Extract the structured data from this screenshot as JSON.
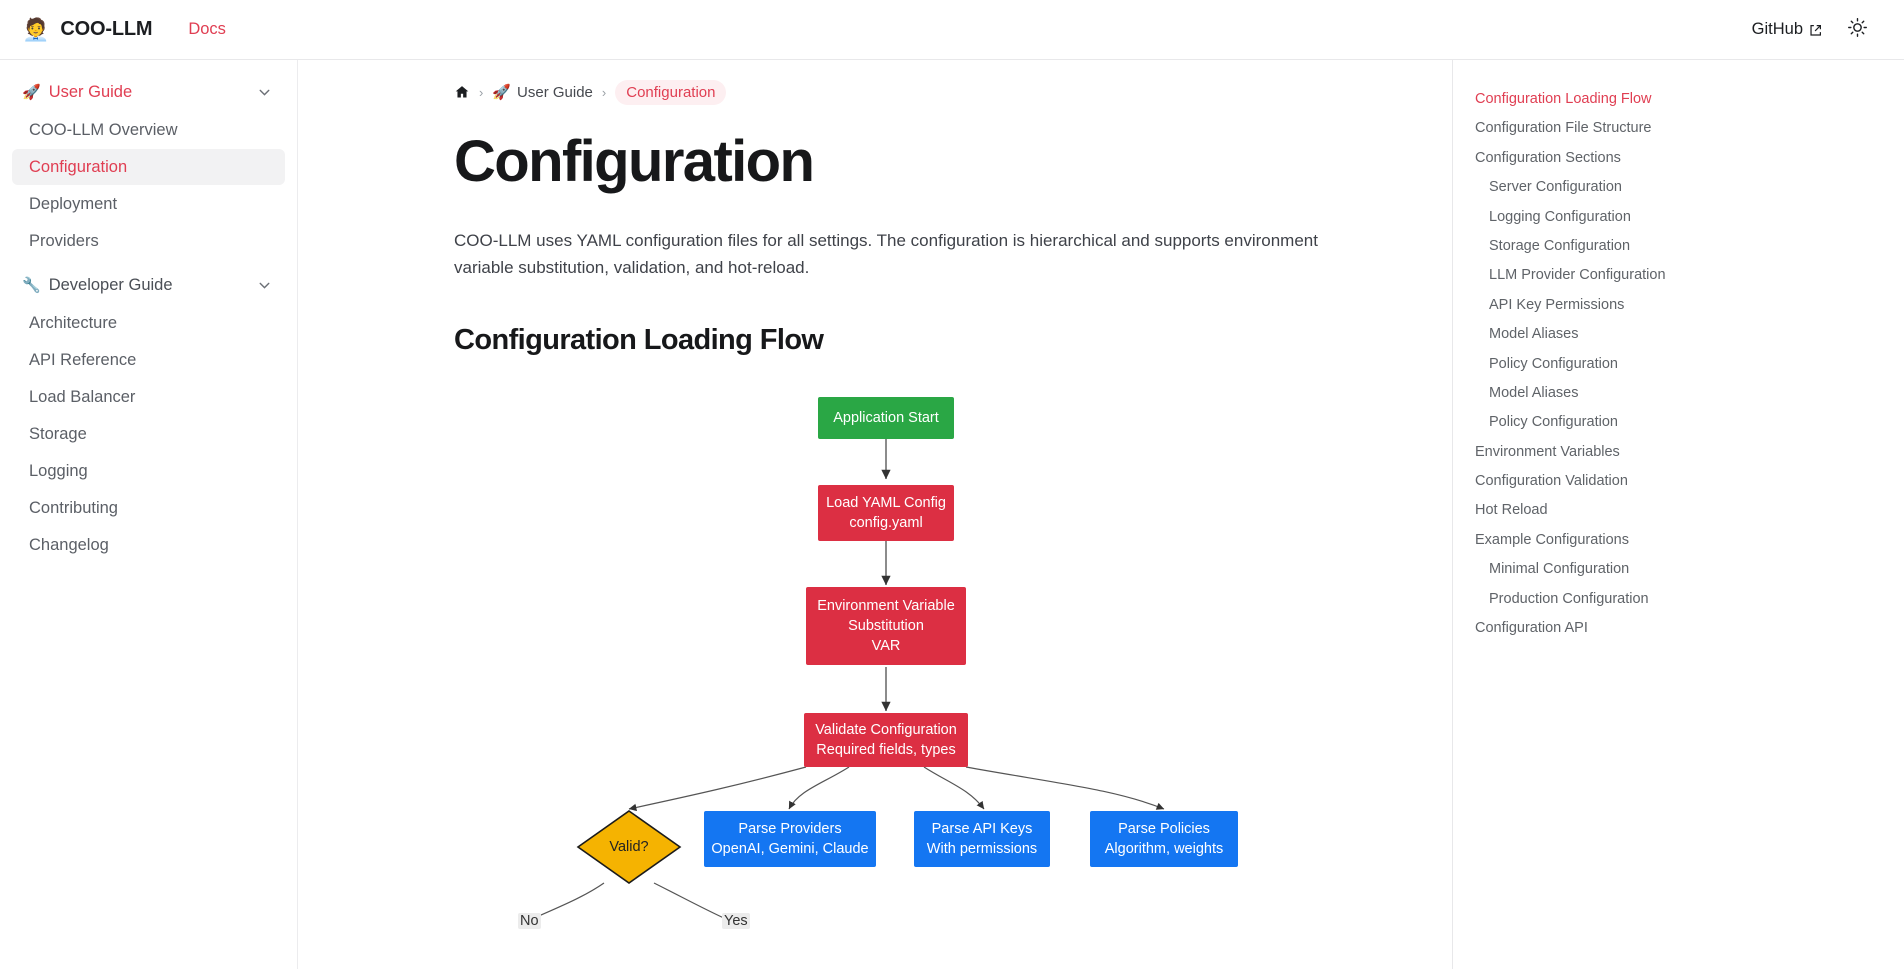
{
  "topbar": {
    "logo_emoji": "🧑‍💼",
    "brand": "COO-LLM",
    "docs_label": "Docs",
    "github_label": "GitHub",
    "theme_icon": "sun-icon"
  },
  "sidebar": {
    "sections": [
      {
        "icon": "🚀",
        "label": "User Guide",
        "active": true,
        "items": [
          {
            "label": "COO-LLM Overview",
            "active": false
          },
          {
            "label": "Configuration",
            "active": true
          },
          {
            "label": "Deployment",
            "active": false
          },
          {
            "label": "Providers",
            "active": false
          }
        ]
      },
      {
        "icon": "🔧",
        "label": "Developer Guide",
        "active": false,
        "items": [
          {
            "label": "Architecture",
            "active": false
          },
          {
            "label": "API Reference",
            "active": false
          },
          {
            "label": "Load Balancer",
            "active": false
          },
          {
            "label": "Storage",
            "active": false
          },
          {
            "label": "Logging",
            "active": false
          },
          {
            "label": "Contributing",
            "active": false
          },
          {
            "label": "Changelog",
            "active": false
          }
        ]
      }
    ]
  },
  "breadcrumb": [
    {
      "icon": "home-icon",
      "label": ""
    },
    {
      "icon": "🚀",
      "label": "User Guide"
    },
    {
      "icon": "",
      "label": "Configuration"
    }
  ],
  "main": {
    "title": "Configuration",
    "intro": "COO-LLM uses YAML configuration files for all settings. The configuration is hierarchical and supports environment variable substitution, validation, and hot-reload.",
    "section_title": "Configuration Loading Flow"
  },
  "chart_data": {
    "type": "diagram",
    "title": "Configuration Loading Flow",
    "nodes": [
      {
        "id": "start",
        "lines": [
          "Application Start"
        ],
        "shape": "rect",
        "color": "#2aa745"
      },
      {
        "id": "load",
        "lines": [
          "Load YAML Config",
          "config.yaml"
        ],
        "shape": "rect",
        "color": "#dc2f43"
      },
      {
        "id": "env",
        "lines": [
          "Environment Variable",
          "Substitution",
          "VAR"
        ],
        "shape": "rect",
        "color": "#dc2f43"
      },
      {
        "id": "valid",
        "lines": [
          "Validate Configuration",
          "Required fields, types"
        ],
        "shape": "rect",
        "color": "#dc2f43"
      },
      {
        "id": "decide",
        "lines": [
          "Valid?"
        ],
        "shape": "diamond",
        "color": "#f5b301"
      },
      {
        "id": "prov",
        "lines": [
          "Parse Providers",
          "OpenAI, Gemini, Claude"
        ],
        "shape": "rect",
        "color": "#1476f2"
      },
      {
        "id": "keys",
        "lines": [
          "Parse API Keys",
          "With permissions"
        ],
        "shape": "rect",
        "color": "#1476f2"
      },
      {
        "id": "pol",
        "lines": [
          "Parse Policies",
          "Algorithm, weights"
        ],
        "shape": "rect",
        "color": "#1476f2"
      }
    ],
    "edges": [
      {
        "from": "start",
        "to": "load",
        "label": ""
      },
      {
        "from": "load",
        "to": "env",
        "label": ""
      },
      {
        "from": "env",
        "to": "valid",
        "label": ""
      },
      {
        "from": "valid",
        "to": "decide",
        "label": ""
      },
      {
        "from": "valid",
        "to": "prov",
        "label": ""
      },
      {
        "from": "valid",
        "to": "keys",
        "label": ""
      },
      {
        "from": "valid",
        "to": "pol",
        "label": ""
      },
      {
        "from": "decide",
        "to": "",
        "label": "No"
      },
      {
        "from": "decide",
        "to": "",
        "label": "Yes"
      }
    ]
  },
  "toc": [
    {
      "label": "Configuration Loading Flow",
      "level": 1,
      "active": true
    },
    {
      "label": "Configuration File Structure",
      "level": 1,
      "active": false
    },
    {
      "label": "Configuration Sections",
      "level": 1,
      "active": false
    },
    {
      "label": "Server Configuration",
      "level": 2,
      "active": false
    },
    {
      "label": "Logging Configuration",
      "level": 2,
      "active": false
    },
    {
      "label": "Storage Configuration",
      "level": 2,
      "active": false
    },
    {
      "label": "LLM Provider Configuration",
      "level": 2,
      "active": false
    },
    {
      "label": "API Key Permissions",
      "level": 2,
      "active": false
    },
    {
      "label": "Model Aliases",
      "level": 2,
      "active": false
    },
    {
      "label": "Policy Configuration",
      "level": 2,
      "active": false
    },
    {
      "label": "Model Aliases",
      "level": 2,
      "active": false
    },
    {
      "label": "Policy Configuration",
      "level": 2,
      "active": false
    },
    {
      "label": "Environment Variables",
      "level": 1,
      "active": false
    },
    {
      "label": "Configuration Validation",
      "level": 1,
      "active": false
    },
    {
      "label": "Hot Reload",
      "level": 1,
      "active": false
    },
    {
      "label": "Example Configurations",
      "level": 1,
      "active": false
    },
    {
      "label": "Minimal Configuration",
      "level": 2,
      "active": false
    },
    {
      "label": "Production Configuration",
      "level": 2,
      "active": false
    },
    {
      "label": "Configuration API",
      "level": 1,
      "active": false
    }
  ]
}
